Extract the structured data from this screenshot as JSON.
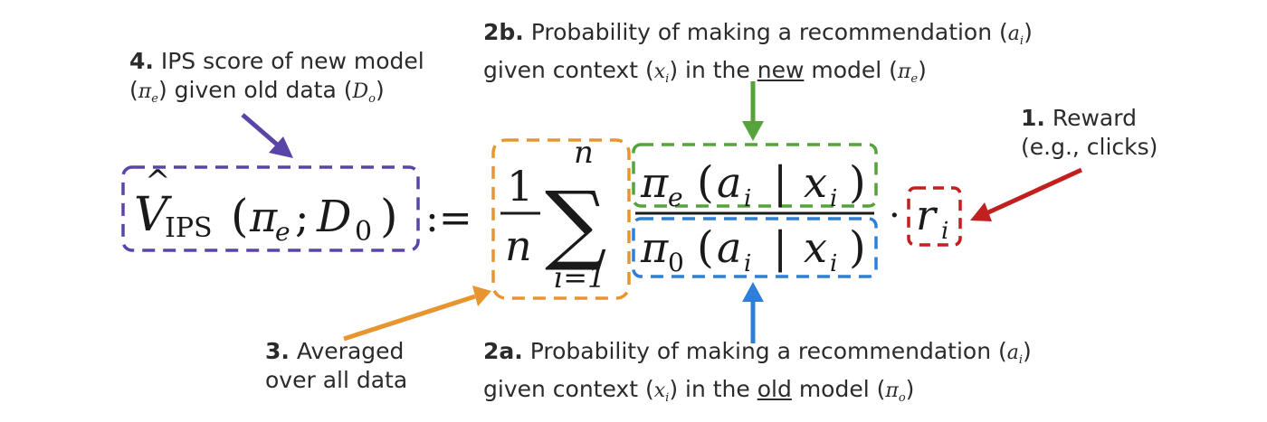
{
  "colors": {
    "purple": "#5b44a8",
    "orange": "#e8952f",
    "green": "#55a33a",
    "blue": "#2f7fd8",
    "red": "#c21f1f",
    "text": "#2b2b2b"
  },
  "formula": {
    "v_hat": "V",
    "ips_sub": "IPS",
    "lhs_args_open": "(",
    "pi": "π",
    "e": "e",
    "semicolon": ";",
    "D": "D",
    "zero": "0",
    "close": ")",
    "assign": ":=",
    "one": "1",
    "n": "n",
    "sigma": "∑",
    "sum_top": "n",
    "sum_bottom": "i=1",
    "a": "a",
    "i": "i",
    "bar": "|",
    "x": "x",
    "dot": "·",
    "r": "r"
  },
  "annotations": {
    "label4": {
      "number": "4.",
      "line1": "IPS score of new model",
      "pi": "π",
      "pi_sub": "e",
      "line2_mid": "given old data",
      "D": "D",
      "D_sub": "o"
    },
    "label2b": {
      "number": "2b.",
      "line1": "Probability of making a recommendation",
      "a": "a",
      "a_sub": "i",
      "line2_start": "given context",
      "x": "x",
      "x_sub": "i",
      "line2_mid": "in the",
      "underlined": "new",
      "line2_end": "model",
      "pi": "π",
      "pi_sub": "e"
    },
    "label1": {
      "number": "1.",
      "line1": "Reward",
      "line2": "(e.g., clicks)"
    },
    "label3": {
      "number": "3.",
      "line1": "Averaged",
      "line2": "over all data"
    },
    "label2a": {
      "number": "2a.",
      "line1": "Probability of making a recommendation",
      "a": "a",
      "a_sub": "i",
      "line2_start": "given context",
      "x": "x",
      "x_sub": "i",
      "line2_mid": "in the",
      "underlined": "old",
      "line2_end": "model",
      "pi": "π",
      "pi_sub": "o"
    }
  }
}
